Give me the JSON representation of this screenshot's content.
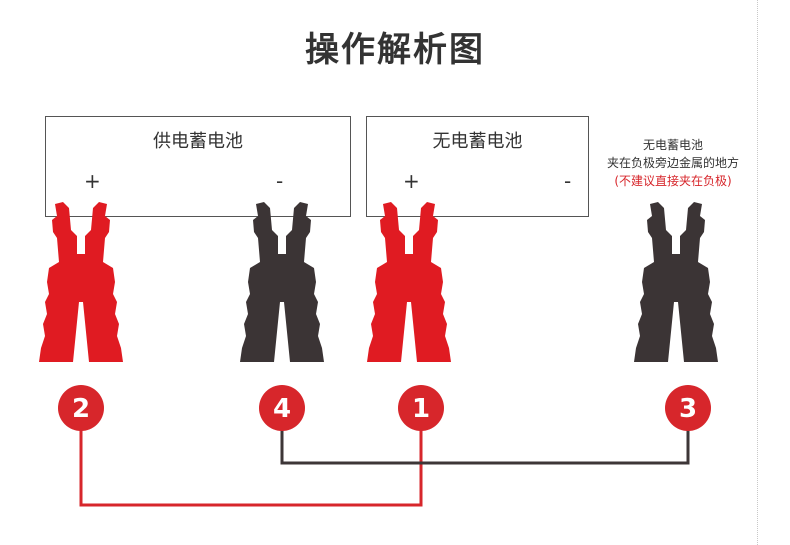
{
  "title": "操作解析图",
  "colors": {
    "red": "#e01b22",
    "dark": "#3b3435",
    "red_line": "#d7262b",
    "dark_line": "#3d3637"
  },
  "batteries": [
    {
      "label": "供电蓄电池",
      "plus": "+",
      "minus": "-"
    },
    {
      "label": "无电蓄电池",
      "plus": "+",
      "minus": "-"
    }
  ],
  "note": {
    "line1": "无电蓄电池",
    "line2": "夹在负极旁边金属的地方",
    "line3": "(不建议直接夹在负极)"
  },
  "clamps": [
    {
      "id": "clamp-1",
      "color": "red",
      "number": "2"
    },
    {
      "id": "clamp-2",
      "color": "dark",
      "number": "4"
    },
    {
      "id": "clamp-3",
      "color": "red",
      "number": "1"
    },
    {
      "id": "clamp-4",
      "color": "dark",
      "number": "3"
    }
  ]
}
